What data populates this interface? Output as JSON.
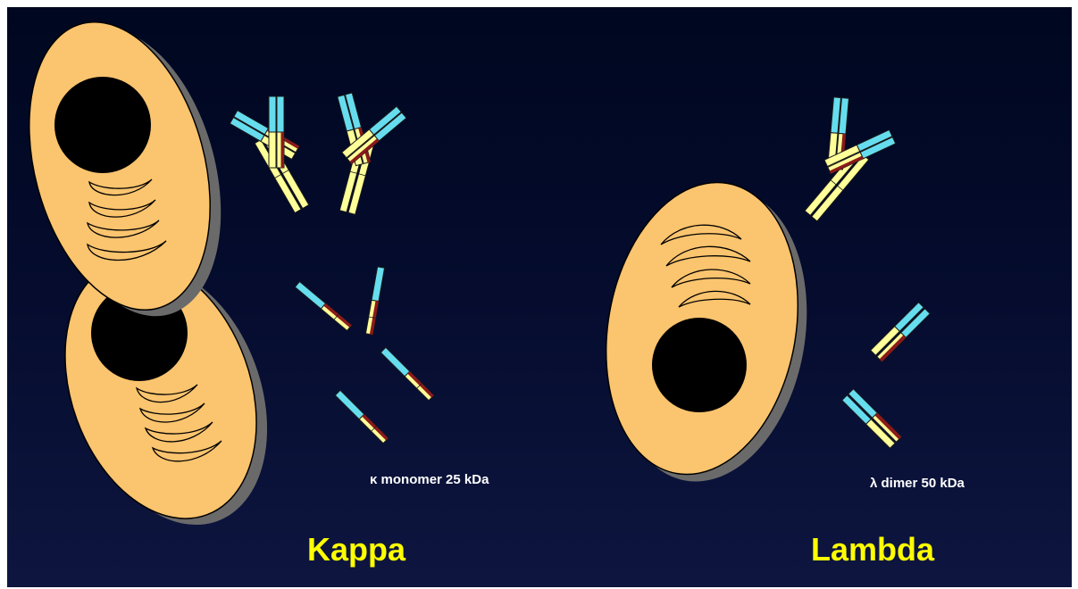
{
  "labels": {
    "kappa_caption": "κ monomer 25 kDa",
    "lambda_caption": "λ dimer 50 kDa",
    "kappa_title": "Kappa",
    "lambda_title": "Lambda"
  },
  "colors": {
    "cell": "#fbc46e",
    "heavy_chain": "#ffff99",
    "variable_region": "#66ddee",
    "constant_accent": "#8b1a1a",
    "nucleus": "#000000",
    "title": "#ffff00",
    "caption": "#ffffff"
  }
}
